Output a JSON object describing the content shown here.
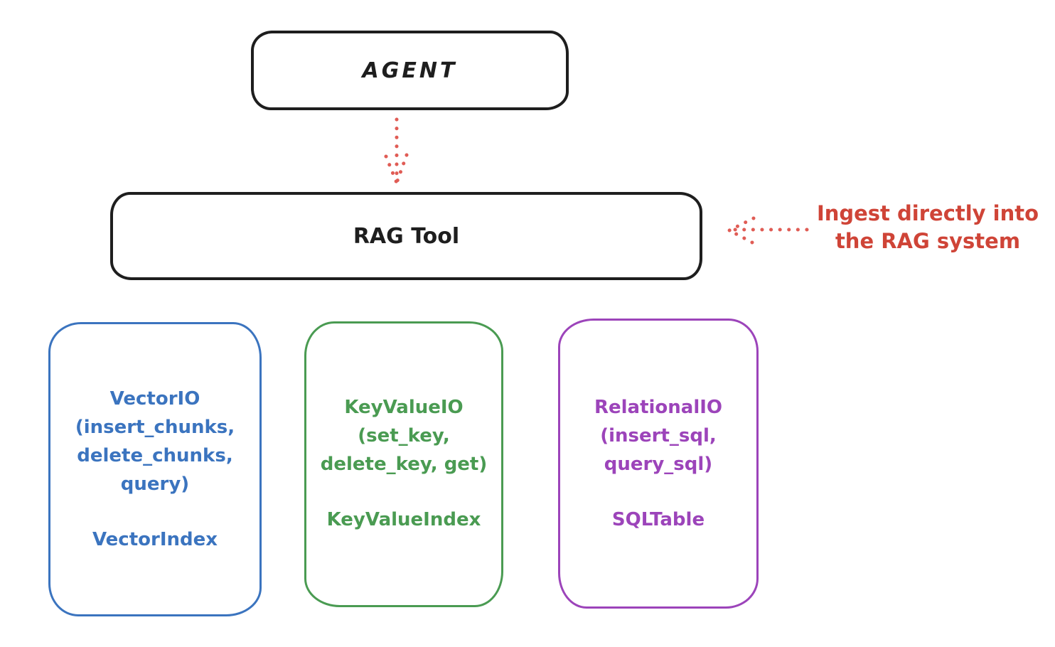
{
  "diagram": {
    "colors": {
      "black": "#1e1e1e",
      "blue": "#3b74bf",
      "green": "#4a9b52",
      "purple": "#9c44ba",
      "red_text": "#cf4437",
      "red_arrow": "#e05c55",
      "bg": "#ffffff"
    },
    "nodes": {
      "agent": {
        "label": "AGENT"
      },
      "rag_tool": {
        "label": "RAG Tool"
      },
      "vector_io": {
        "lines": [
          "VectorIO",
          "(insert_chunks,",
          "delete_chunks,",
          "query)"
        ],
        "index_label": "VectorIndex",
        "accent": "#3b74bf"
      },
      "key_value_io": {
        "lines": [
          "KeyValueIO",
          "(set_key,",
          "delete_key, get)"
        ],
        "index_label": "KeyValueIndex",
        "accent": "#4a9b52"
      },
      "relational_io": {
        "lines": [
          "RelationalIO",
          "(insert_sql,",
          "query_sql)"
        ],
        "index_label": "SQLTable",
        "accent": "#9c44ba"
      }
    },
    "annotation": {
      "lines": [
        "Ingest directly into",
        "the RAG system"
      ],
      "color": "#cf4437"
    },
    "arrows": [
      {
        "name": "agent-to-rag-tool",
        "style": "dotted",
        "direction": "down",
        "color": "#e05c55"
      },
      {
        "name": "annotation-to-rag-tool",
        "style": "dotted",
        "direction": "left",
        "color": "#e05c55"
      }
    ]
  }
}
